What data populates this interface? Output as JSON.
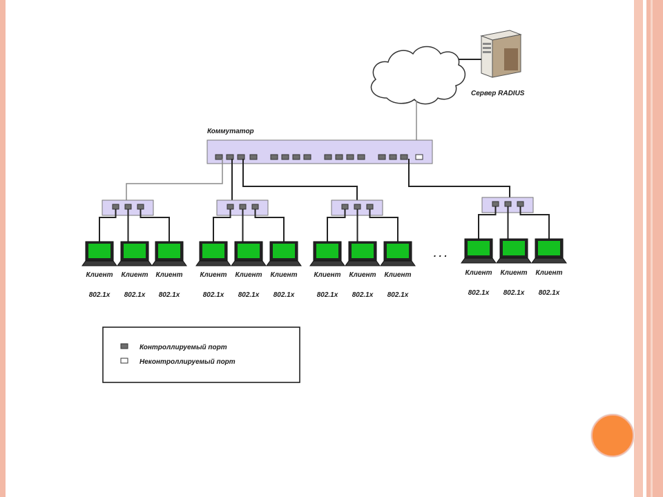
{
  "switch_label": "Коммутатор",
  "server_label": "Сервер RADIUS",
  "client_name": "Клиент",
  "client_proto": "802.1x",
  "ellipsis": ". . .",
  "legend": {
    "controlled": "Контроллируемый порт",
    "uncontrolled": "Неконтроллируемый порт"
  },
  "colors": {
    "switch_fill": "#d9d2f4",
    "port_controlled": "#6e6e6e",
    "port_uncontrolled": "#ffffff",
    "screen": "#14c020",
    "accent_dot": "#f98b3c",
    "frame": "#f3b9a6"
  }
}
